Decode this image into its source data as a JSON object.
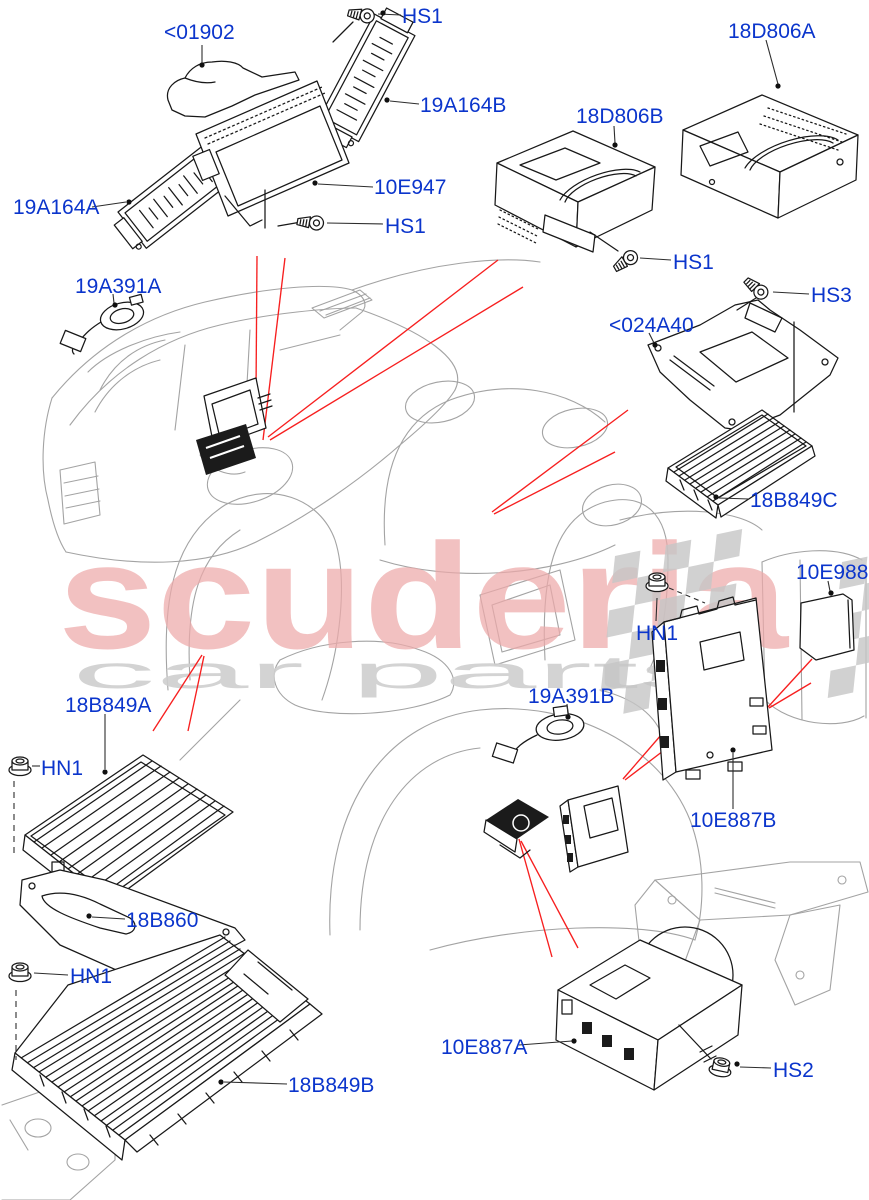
{
  "diagram": {
    "type": "exploded-parts-diagram",
    "subject": "vehicle audio / infotainment components",
    "colors": {
      "label_text": "#0b35cc",
      "locator_arrow": "#f71f1f",
      "part_line": "#181818",
      "context_line": "#a3a3a3",
      "watermark_word": "#eeaaaa",
      "watermark_letters": "#cfcfcf",
      "flag_checker": "#c6c6c6",
      "background": "#ffffff"
    },
    "watermark": {
      "word": "scuderia",
      "letters": "car parts"
    },
    "labels": [
      {
        "id": "lt-01902",
        "text": "<01902"
      },
      {
        "id": "hs1-top",
        "text": "HS1"
      },
      {
        "id": "19a164b",
        "text": "19A164B"
      },
      {
        "id": "18d806a",
        "text": "18D806A"
      },
      {
        "id": "18d806b",
        "text": "18D806B"
      },
      {
        "id": "10e947",
        "text": "10E947"
      },
      {
        "id": "19a164a",
        "text": "19A164A"
      },
      {
        "id": "hs1-mid",
        "text": "HS1"
      },
      {
        "id": "hs1-right",
        "text": "HS1"
      },
      {
        "id": "19a391a",
        "text": "19A391A"
      },
      {
        "id": "hs3",
        "text": "HS3"
      },
      {
        "id": "lt-024a40",
        "text": "<024A40"
      },
      {
        "id": "18b849c",
        "text": "18B849C"
      },
      {
        "id": "10e988",
        "text": "10E988"
      },
      {
        "id": "hn1-center",
        "text": "HN1"
      },
      {
        "id": "19a391b",
        "text": "19A391B"
      },
      {
        "id": "18b849a",
        "text": "18B849A"
      },
      {
        "id": "hn1-left",
        "text": "HN1"
      },
      {
        "id": "10e887b",
        "text": "10E887B"
      },
      {
        "id": "18b860",
        "text": "18B860"
      },
      {
        "id": "hn1-bottom",
        "text": "HN1"
      },
      {
        "id": "10e887a",
        "text": "10E887A"
      },
      {
        "id": "hs2",
        "text": "HS2"
      },
      {
        "id": "18b849b",
        "text": "18B849B"
      }
    ]
  }
}
